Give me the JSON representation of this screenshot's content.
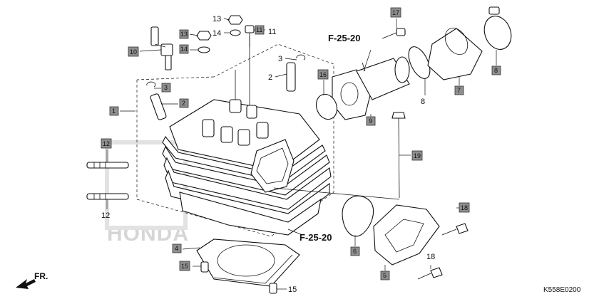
{
  "callouts": [
    {
      "id": "c13a",
      "num": "13",
      "boxed": false
    },
    {
      "id": "c14a",
      "num": "14",
      "boxed": false
    },
    {
      "id": "c11box",
      "num": "11",
      "boxed": true
    },
    {
      "id": "c11",
      "num": "11",
      "boxed": false
    },
    {
      "id": "c13box",
      "num": "13",
      "boxed": true
    },
    {
      "id": "c14box",
      "num": "14",
      "boxed": true
    },
    {
      "id": "c10",
      "num": "10",
      "boxed": true
    },
    {
      "id": "c3a",
      "num": "3",
      "boxed": false
    },
    {
      "id": "c2a",
      "num": "2",
      "boxed": false
    },
    {
      "id": "c3box",
      "num": "3",
      "boxed": true
    },
    {
      "id": "c2box",
      "num": "2",
      "boxed": true
    },
    {
      "id": "c1",
      "num": "1",
      "boxed": true
    },
    {
      "id": "c12box",
      "num": "12",
      "boxed": true
    },
    {
      "id": "c12",
      "num": "12",
      "boxed": false
    },
    {
      "id": "c4",
      "num": "4",
      "boxed": true
    },
    {
      "id": "c15box",
      "num": "15",
      "boxed": true
    },
    {
      "id": "c15",
      "num": "15",
      "boxed": false
    },
    {
      "id": "c17",
      "num": "17",
      "boxed": true
    },
    {
      "id": "c16",
      "num": "16",
      "boxed": true
    },
    {
      "id": "c9",
      "num": "9",
      "boxed": true
    },
    {
      "id": "c8a",
      "num": "8",
      "boxed": false
    },
    {
      "id": "c7",
      "num": "7",
      "boxed": true
    },
    {
      "id": "c8box",
      "num": "8",
      "boxed": true
    },
    {
      "id": "c19",
      "num": "19",
      "boxed": true
    },
    {
      "id": "c18box",
      "num": "18",
      "boxed": true
    },
    {
      "id": "c6",
      "num": "6",
      "boxed": true
    },
    {
      "id": "c5",
      "num": "5",
      "boxed": true
    },
    {
      "id": "c18",
      "num": "18",
      "boxed": false
    }
  ],
  "references": {
    "upper": "F-25-20",
    "lower": "F-25-20"
  },
  "front_indicator": "FR.",
  "diagram_code": "K558E0200",
  "watermark": "HONDA",
  "colors": {
    "callout_box": "#8f8f8f",
    "line": "#111111",
    "watermark": "#d6d6d6"
  }
}
